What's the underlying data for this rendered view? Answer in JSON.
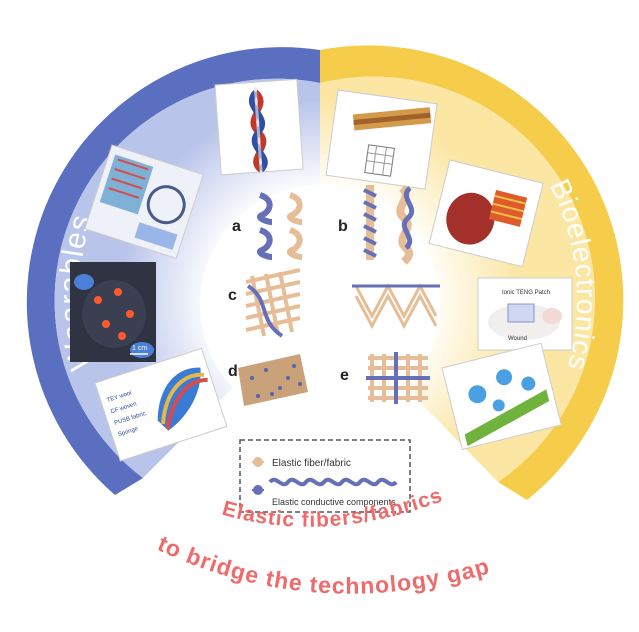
{
  "sections": {
    "left": "Wearables",
    "right": "Bioelectronics"
  },
  "panels": {
    "a": "a",
    "b": "b",
    "c": "c",
    "d": "d",
    "e": "e"
  },
  "legend": {
    "fiber": "Elastic fiber/fabric",
    "conductive": "Elastic conductive components"
  },
  "bottom_text": {
    "line1": "Elastic fibers/fabrics",
    "line2": "to bridge the technology gap"
  },
  "photo_labels": {
    "scale_1cm": "1 cm",
    "teng_patch": "Ionic TENG Patch",
    "wound": "Wound",
    "insole_1": "TEY wool",
    "insole_2": "CF woven",
    "insole_3": "PUSB fabric",
    "insole_4": "Sponge"
  },
  "colors": {
    "blue_ring": "#5b6fc1",
    "yellow_ring": "#f5cd4a",
    "red_text": "#ef6b6b",
    "fiber": "#e6bd96",
    "conductive": "#6670b8"
  }
}
